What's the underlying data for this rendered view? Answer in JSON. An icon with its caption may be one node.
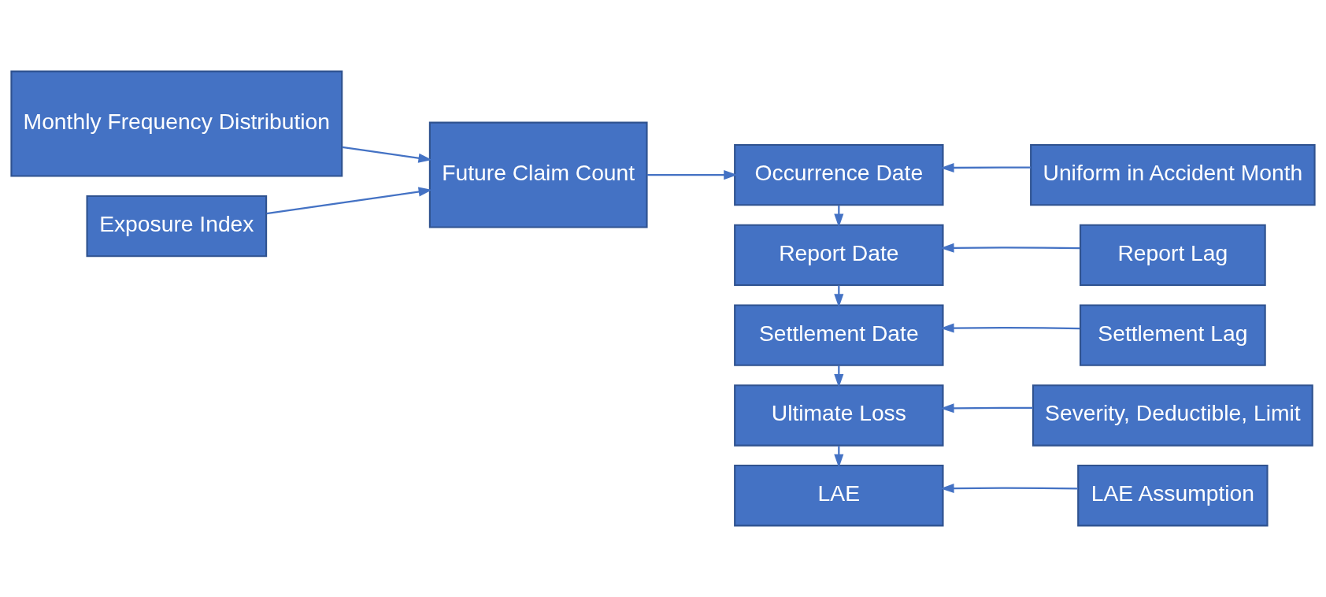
{
  "diagram": {
    "nodes": [
      {
        "text": [
          "Monthly Frequency Distribution"
        ]
      },
      {
        "text": [
          "Exposure Index"
        ]
      },
      {
        "text": [
          "Future Claim Count"
        ]
      },
      {
        "text": [
          "Occurrence Date"
        ]
      },
      {
        "text": [
          "Report Date"
        ]
      },
      {
        "text": [
          "Settlement Date"
        ]
      },
      {
        "text": [
          "Ultimate Loss"
        ]
      },
      {
        "text": [
          "LAE"
        ]
      },
      {
        "text": [
          "Uniform in Accident Month"
        ]
      },
      {
        "text": [
          "Report Lag"
        ]
      },
      {
        "text": [
          "Settlement Lag"
        ]
      },
      {
        "text": [
          "Severity, Deductible, Limit"
        ]
      },
      {
        "text": [
          "LAE Assumption"
        ]
      }
    ],
    "edges": [
      {
        "from": 0,
        "to": 2,
        "arrow": "to"
      },
      {
        "from": 1,
        "to": 2,
        "arrow": "to"
      },
      {
        "from": 2,
        "to": 3,
        "arrow": "to"
      },
      {
        "from": 3,
        "to": 4,
        "arrow": "to"
      },
      {
        "from": 4,
        "to": 5,
        "arrow": "to"
      },
      {
        "from": 5,
        "to": 6,
        "arrow": "to"
      },
      {
        "from": 6,
        "to": 7,
        "arrow": "to"
      },
      {
        "from": 8,
        "to": 3,
        "arrow": "to"
      },
      {
        "from": 9,
        "to": 4,
        "arrow": "to"
      },
      {
        "from": 10,
        "to": 5,
        "arrow": "to"
      },
      {
        "from": 11,
        "to": 6,
        "arrow": "to"
      },
      {
        "from": 12,
        "to": 7,
        "arrow": "to"
      }
    ]
  }
}
